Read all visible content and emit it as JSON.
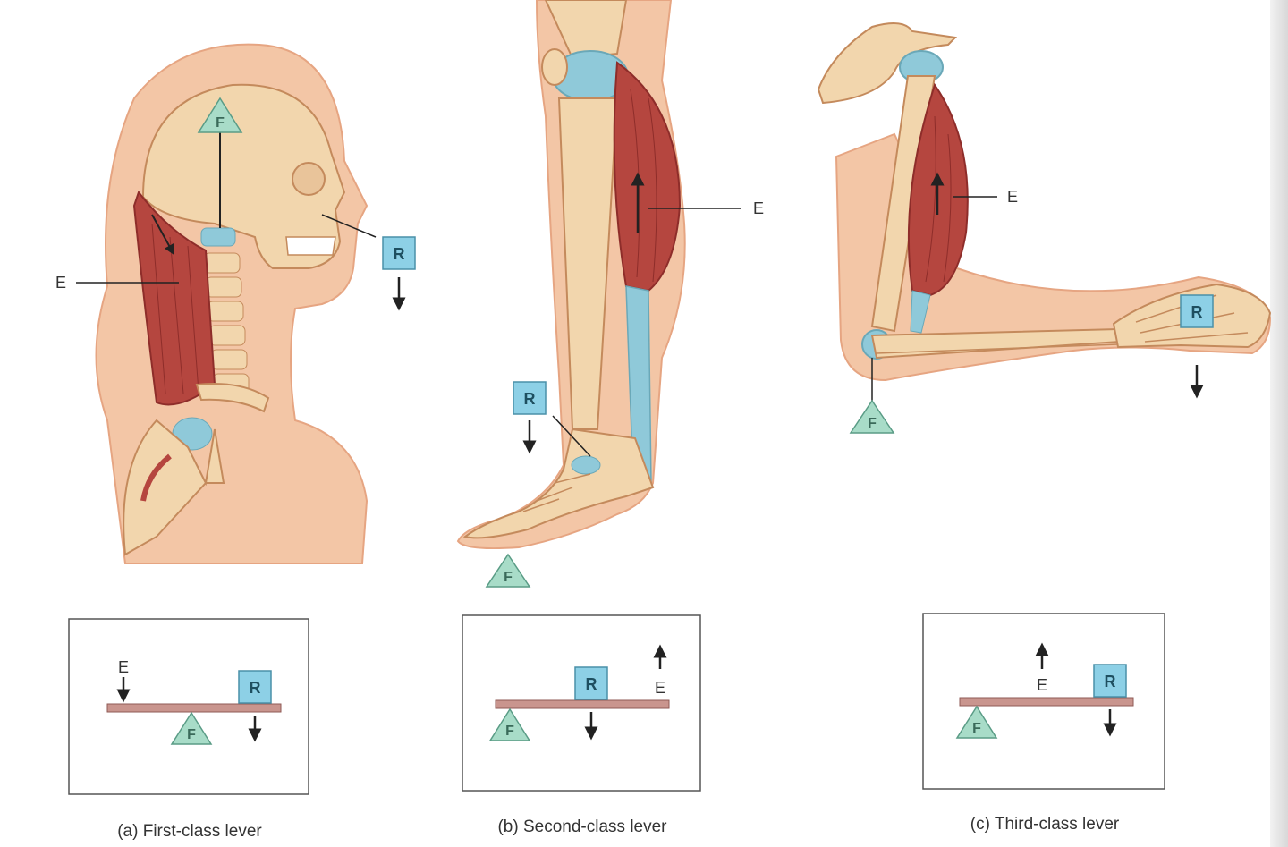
{
  "colors": {
    "skin": "#f3c6a6",
    "skin_dark": "#e6a582",
    "bone": "#f2d6ad",
    "bone_line": "#c48a5c",
    "muscle": "#b5463f",
    "muscle_dark": "#8e2d2a",
    "cartilage": "#8fc9d9",
    "label_blue": "#8dd0e6",
    "fulcrum_green": "#a8dcc8",
    "lever_bar": "#c9958e"
  },
  "labels": {
    "effort": "E",
    "resistance": "R",
    "fulcrum": "F"
  },
  "panels": [
    {
      "id": "a",
      "caption": "(a) First-class lever"
    },
    {
      "id": "b",
      "caption": "(b) Second-class lever"
    },
    {
      "id": "c",
      "caption": "(c) Third-class lever"
    }
  ]
}
